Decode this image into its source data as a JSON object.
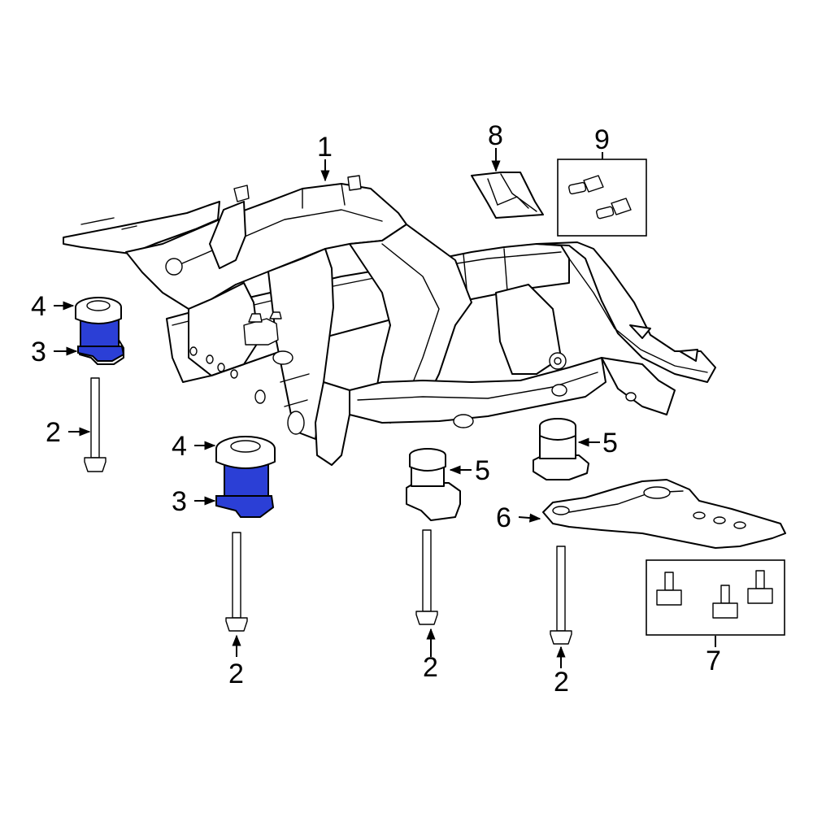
{
  "diagram": {
    "highlight_color": "#2b3fd6",
    "line_color": "#000000",
    "background": "#ffffff"
  },
  "callouts": {
    "c1": "1",
    "c2a": "2",
    "c2b": "2",
    "c2c": "2",
    "c2d": "2",
    "c3a": "3",
    "c3b": "3",
    "c4a": "4",
    "c4b": "4",
    "c5a": "5",
    "c5b": "5",
    "c6": "6",
    "c7": "7",
    "c8": "8",
    "c9": "9"
  }
}
